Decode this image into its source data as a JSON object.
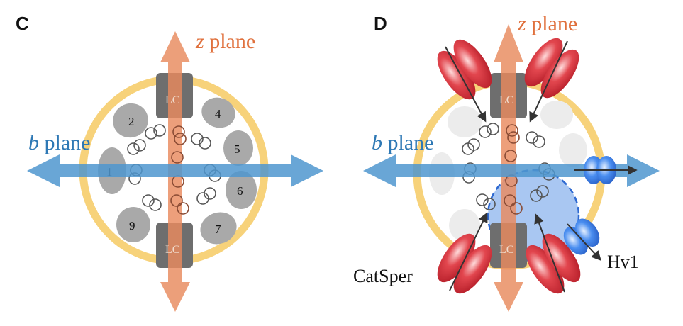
{
  "panels": {
    "left": {
      "letter": "C",
      "z_plane": {
        "var": "z",
        "text": " plane"
      },
      "b_plane": {
        "var": "b",
        "text": " plane"
      },
      "lc_top": "LC",
      "lc_bottom": "LC",
      "segments": [
        "1",
        "2",
        "4",
        "5",
        "6",
        "7",
        "9"
      ]
    },
    "right": {
      "letter": "D",
      "z_plane": {
        "var": "z",
        "text": " plane"
      },
      "b_plane": {
        "var": "b",
        "text": " plane"
      },
      "lc_top": "LC",
      "lc_bottom": "LC",
      "catsper": "CatSper",
      "hv1": "Hv1"
    }
  },
  "colors": {
    "ring": "#f7d27a",
    "z_arrow": "#e98a5e",
    "z_label": "#e0703c",
    "b_arrow": "#4f97cf",
    "b_label": "#2f79b5",
    "lc_block": "#6e6e6e",
    "segment": "#a9a9a9",
    "catsper": "#d8303a",
    "hv1": "#3d7fe0",
    "hv1_zone": "#a9c7f2"
  }
}
